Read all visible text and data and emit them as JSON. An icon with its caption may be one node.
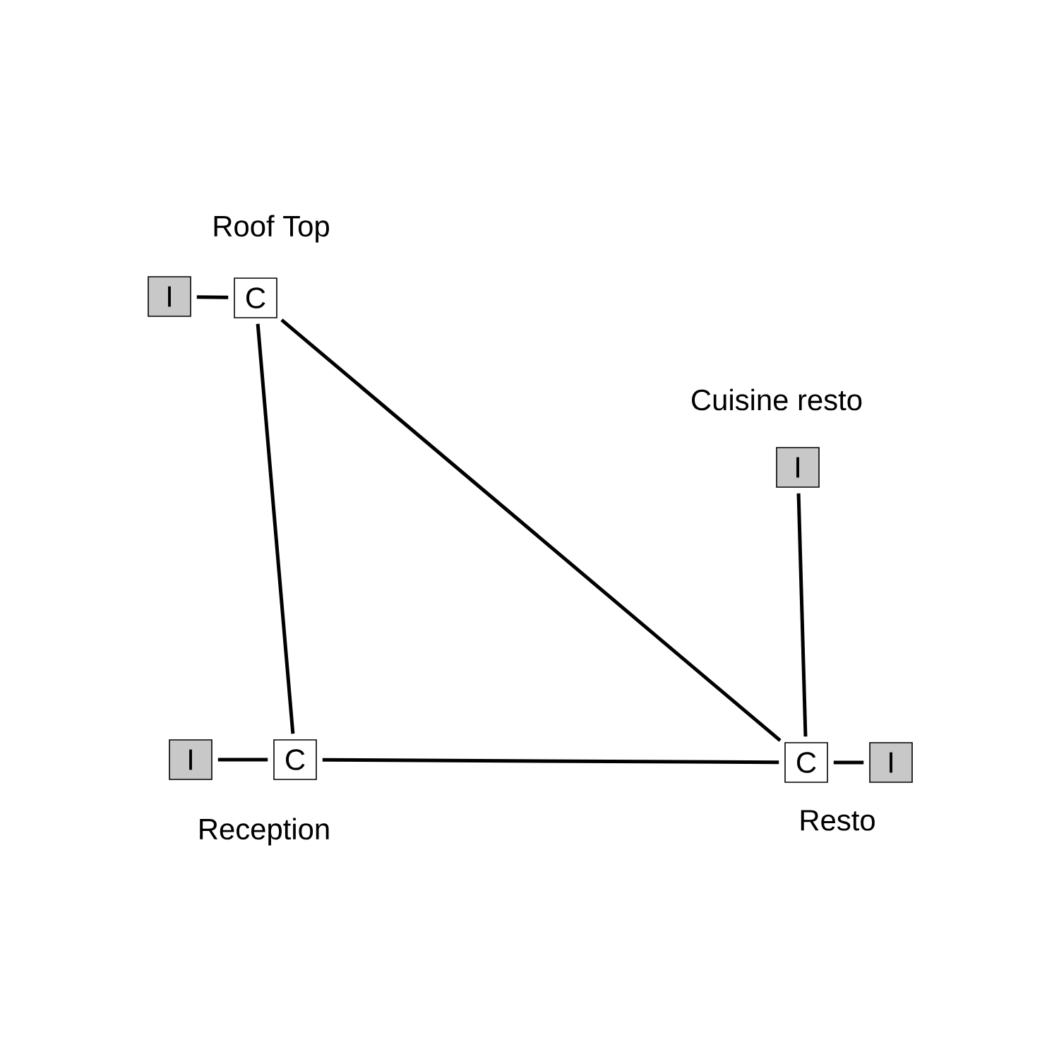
{
  "diagram": {
    "nodes": [
      {
        "text": [
          "I"
        ]
      },
      {
        "text": [
          "C"
        ],
        "beside": [
          "Roof Top"
        ]
      },
      {
        "text": [
          "I"
        ],
        "beside": [
          "Cuisine resto"
        ]
      },
      {
        "text": [
          "I"
        ]
      },
      {
        "text": [
          "C"
        ],
        "beside": [
          "Reception"
        ]
      },
      {
        "text": [
          "C"
        ],
        "beside": [
          "Resto"
        ]
      },
      {
        "text": [
          "I"
        ]
      }
    ],
    "edges": [
      {
        "from": 0,
        "to": 1,
        "arrow": "none"
      },
      {
        "from": 1,
        "to": 4,
        "arrow": "none"
      },
      {
        "from": 1,
        "to": 5,
        "arrow": "none"
      },
      {
        "from": 2,
        "to": 5,
        "arrow": "none"
      },
      {
        "from": 3,
        "to": 4,
        "arrow": "none"
      },
      {
        "from": 4,
        "to": 5,
        "arrow": "none"
      },
      {
        "from": 5,
        "to": 6,
        "arrow": "none"
      }
    ]
  }
}
